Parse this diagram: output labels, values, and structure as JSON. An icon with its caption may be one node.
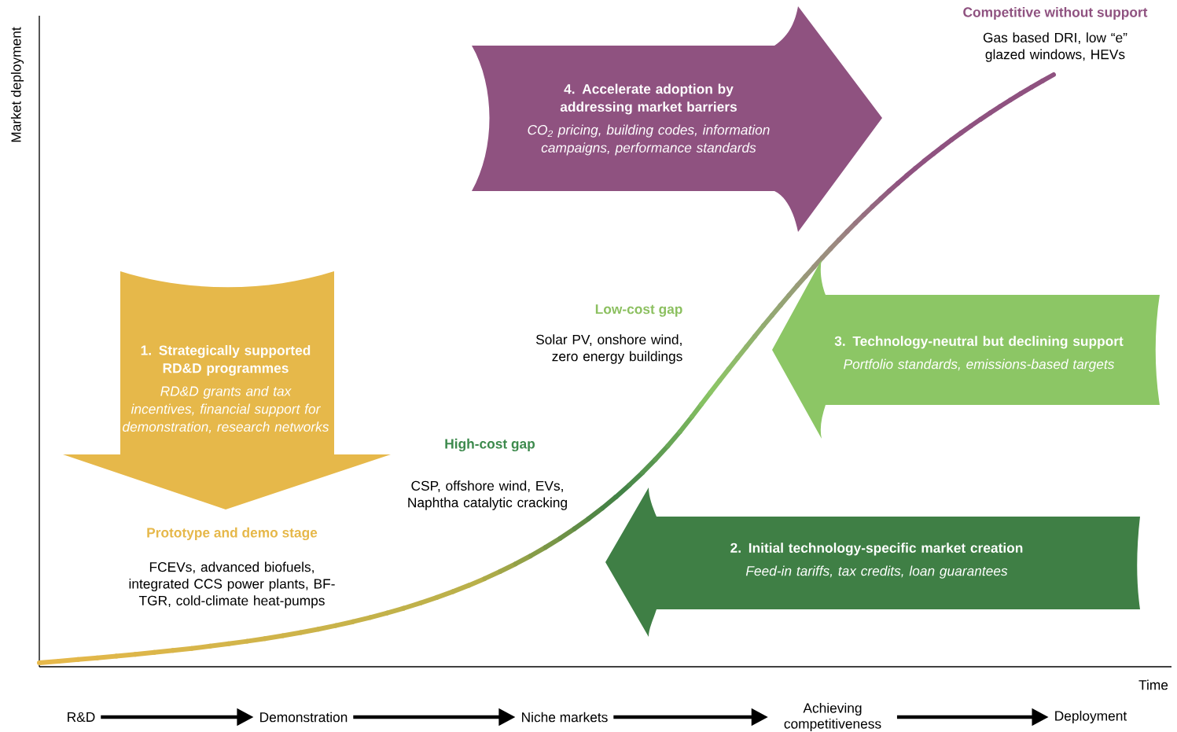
{
  "diagram": {
    "nodes": [
      {
        "text": [
          "1. Strategically supported RD&D programmes",
          "RD&D grants and tax incentives, financial support for demonstration, research networks"
        ]
      },
      {
        "text": [
          "2. Initial technology-specific market creation",
          "Feed-in tariffs, tax credits, loan guarantees"
        ]
      },
      {
        "text": [
          "3. Technology-neutral but declining support",
          "Portfolio standards, emissions-based targets"
        ]
      },
      {
        "text": [
          "4. Accelerate adoption by addressing market barriers",
          "CO$_{2}$ pricing, building codes, information campaigns, performance standards"
        ]
      },
      {
        "text": [
          "R&D"
        ]
      },
      {
        "text": [
          "Demonstration"
        ]
      },
      {
        "text": [
          "Niche markets"
        ]
      },
      {
        "text": [
          "Achieving competitiveness"
        ]
      },
      {
        "text": [
          "Deployment"
        ]
      }
    ],
    "edges": [
      {
        "from": 4,
        "to": 5,
        "arrow": "to"
      },
      {
        "from": 5,
        "to": 6,
        "arrow": "to"
      },
      {
        "from": 6,
        "to": 7,
        "arrow": "to"
      },
      {
        "from": 7,
        "to": 8,
        "arrow": "to"
      }
    ],
    "labels": [
      "Market deployment",
      "Competitive without support",
      "Gas based DRI, low “e” glazed windows, HEVs",
      "Low-cost gap",
      "Solar PV, onshore wind, zero energy buildings",
      "High-cost gap",
      "CSP, offshore wind, EVs, Naphtha catalytic cracking",
      "Prototype and demo stage",
      "FCEVs, advanced biofuels, integrated CCS power plants, BF-TGR, cold-climate heat-pumps",
      "Time"
    ]
  }
}
